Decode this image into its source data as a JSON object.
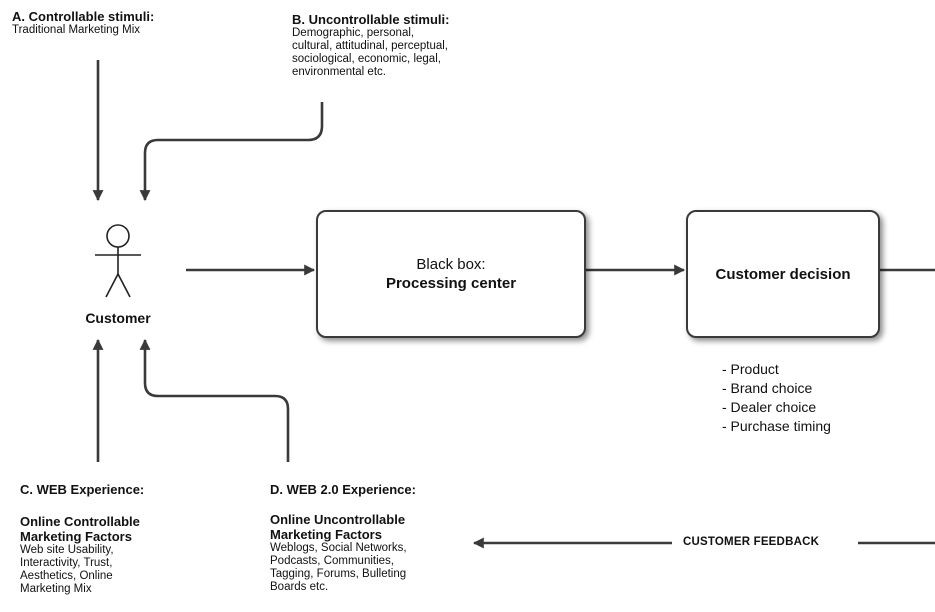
{
  "stimuli_a": {
    "heading": "A. Controllable stimuli:",
    "text": "Traditional Marketing Mix"
  },
  "stimuli_b": {
    "heading": "B. Uncontrollable stimuli:",
    "lines": [
      "Demographic, personal,",
      "cultural, attitudinal, perceptual,",
      "sociological, economic, legal,",
      "environmental etc."
    ]
  },
  "customer": {
    "label": "Customer"
  },
  "black_box": {
    "line1": "Black box:",
    "line2": "Processing center"
  },
  "decision": {
    "label": "Customer decision",
    "items": [
      "- Product",
      "- Brand choice",
      "- Dealer choice",
      "- Purchase timing"
    ]
  },
  "web_c": {
    "heading": "C. WEB Experience:",
    "subheading_lines": [
      "Online Controllable",
      "Marketing Factors"
    ],
    "lines": [
      "Web site Usability,",
      "Interactivity, Trust,",
      "Aesthetics, Online",
      "Marketing Mix"
    ]
  },
  "web_d": {
    "heading": "D. WEB  2.0  Experience:",
    "subheading_lines": [
      "Online Uncontrollable",
      "Marketing Factors"
    ],
    "lines": [
      "Weblogs, Social Networks,",
      "Podcasts,  Communities,",
      "Tagging, Forums, Bulleting",
      "Boards etc."
    ]
  },
  "feedback": {
    "label": "CUSTOMER FEEDBACK"
  },
  "colors": {
    "line": "#3a3a3a",
    "text": "#111111",
    "background": "#ffffff"
  }
}
